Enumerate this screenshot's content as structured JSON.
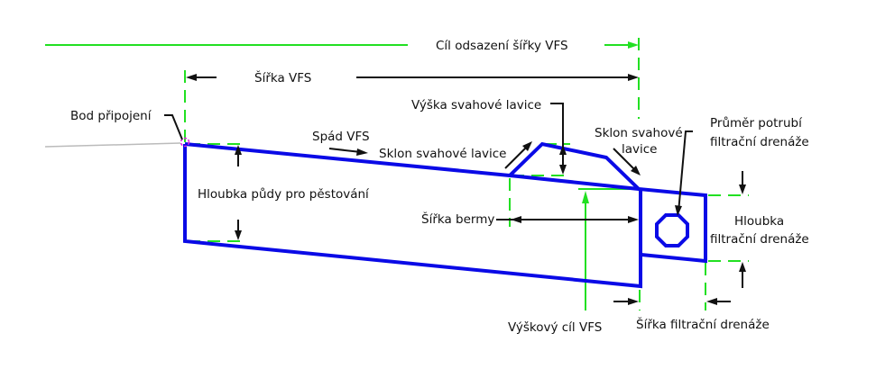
{
  "labels": {
    "width_offset_target": "Cíl odsazení šířky VFS",
    "vfs_width": "Šířka VFS",
    "attachment_point": "Bod připojení",
    "vfs_slope": "Spád VFS",
    "bench_slope_left": "Sklon svahové lavice",
    "bench_height": "Výška svahové lavice",
    "bench_slope_right_1": "Sklon svahové",
    "bench_slope_right_2": "lavice",
    "pipe_diameter_1": "Průměr potrubí",
    "pipe_diameter_2": "filtrační drenáže",
    "soil_depth": "Hloubka půdy pro pěstování",
    "berm_width": "Šířka bermy",
    "drain_depth_1": "Hloubka",
    "drain_depth_2": "filtrační drenáže",
    "elevation_target": "Výškový cíl VFS",
    "drain_width": "Šířka filtrační drenáže"
  },
  "colors": {
    "section": "#0a0ae6",
    "guide": "#22e022",
    "attach": "#e020e0",
    "dimension": "#111111"
  }
}
